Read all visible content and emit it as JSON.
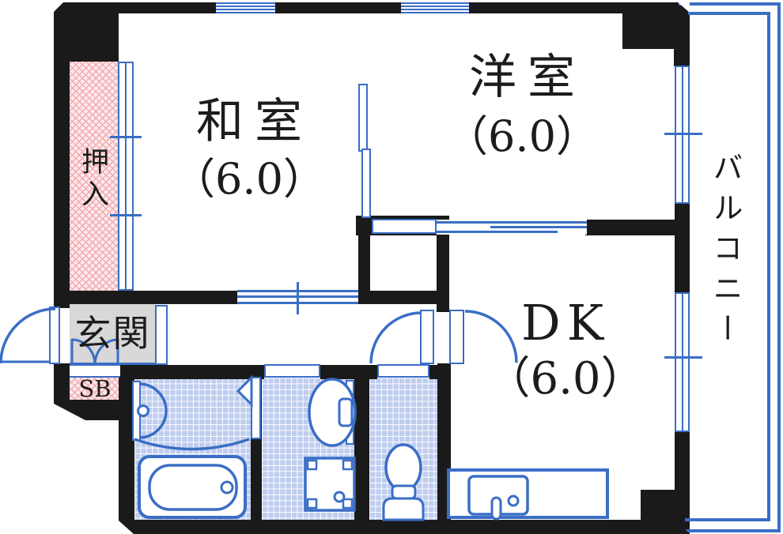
{
  "plan_type": "apartment-floor-plan",
  "rooms": {
    "washitsu": {
      "label": "和室",
      "size": "（6.0）"
    },
    "youshitsu": {
      "label": "洋室",
      "size": "（6.0）"
    },
    "dk": {
      "label": "DK",
      "size": "（6.0）"
    },
    "balcony": {
      "label": "バルコニー"
    },
    "oshiire": {
      "label": "押入"
    },
    "genkan": {
      "label": "玄関"
    },
    "shoebox": {
      "label": "SB"
    }
  },
  "colors": {
    "wall": "#1a1a1a",
    "fixture_line_blue": "#3a6ec6",
    "wet_area_tile": "#bfcdef",
    "closet_hatch_pink": "#f2aab1",
    "genkan_gray": "#d8d8d8"
  }
}
